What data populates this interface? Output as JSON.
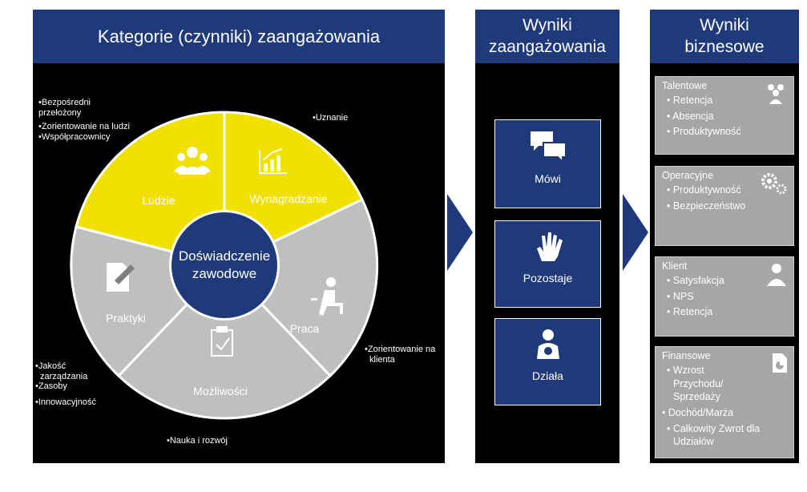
{
  "columns": {
    "categories_header": "Kategorie (czynniki) zaangażowania",
    "engagement_header": "Wyniki\nzaangażowania",
    "business_header": "Wyniki\nbiznesowe"
  },
  "wheel": {
    "center_line1": "Doświadczenie",
    "center_line2": "zawodowe",
    "segments": {
      "ludzie": "Ludzie",
      "wynagradzanie": "Wynagradzanie",
      "praca": "Praca",
      "mozliwosci": "Możliwości",
      "praktyki": "Praktyki"
    },
    "colors": {
      "yellow": "#f2e000",
      "gray": "#bfbfbf",
      "navy": "#1f3a7a"
    }
  },
  "notes": {
    "top_left": [
      "•Bezpośredni",
      "przełożony",
      "•Zorientowanie na ludzi",
      "•Współpracownicy"
    ],
    "top_right": [
      "•Uznanie"
    ],
    "right": [
      "•Zorientowanie na",
      "klienta"
    ],
    "bottom_left": [
      "•Jakość",
      "zarządzania",
      "•Zasoby",
      "•Innowacyjność"
    ],
    "bottom": [
      "•Nauka i rozwój"
    ]
  },
  "outcomes": [
    {
      "label": "Mówi",
      "icon": "speech-bubbles-icon"
    },
    {
      "label": "Pozostaje",
      "icon": "hand-icon"
    },
    {
      "label": "Działa",
      "icon": "worker-icon"
    }
  ],
  "business": [
    {
      "title": "Talentowe",
      "items": [
        "• Retencja",
        "• Absencja",
        "• Produktywność"
      ],
      "icon": "people-group-icon"
    },
    {
      "title": "Operacyjne",
      "items": [
        "• Produktywność",
        "• Bezpieczeństwo"
      ],
      "icon": "gears-icon"
    },
    {
      "title": "Klient",
      "items": [
        "• Satysfakcja",
        "• NPS",
        "• Retencja"
      ],
      "icon": "person-icon"
    },
    {
      "title": "Finansowe",
      "items": [
        "• Wzrost",
        "Przychodu/",
        "Sprzedaży",
        "• Dochód/Marża",
        "• Całkowity Zwrot dla",
        "Udziałów"
      ],
      "icon": "document-chart-icon"
    }
  ]
}
